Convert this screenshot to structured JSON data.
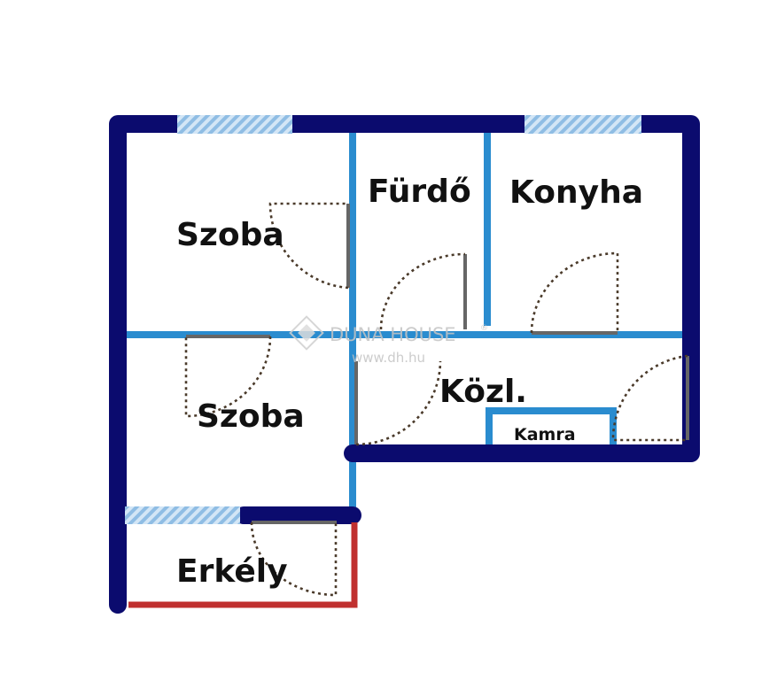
{
  "floorplan": {
    "rooms": {
      "szoba_top": "Szoba",
      "furdo": "Fürdő",
      "konyha": "Konyha",
      "szoba_bottom": "Szoba",
      "kozl": "Közl.",
      "kamra": "Kamra",
      "erkely": "Erkély"
    },
    "watermark": {
      "brand": "DUNA HOUSE",
      "registered": "®",
      "url": "www.dh.hu"
    },
    "colors": {
      "exterior_wall": "#0b0b6e",
      "interior_wall": "#2a8ccf",
      "window": "#9fc6e8",
      "balcony_rail": "#c0302f",
      "door_leaf": "#666666",
      "door_swing": "#4a3a2a"
    }
  }
}
